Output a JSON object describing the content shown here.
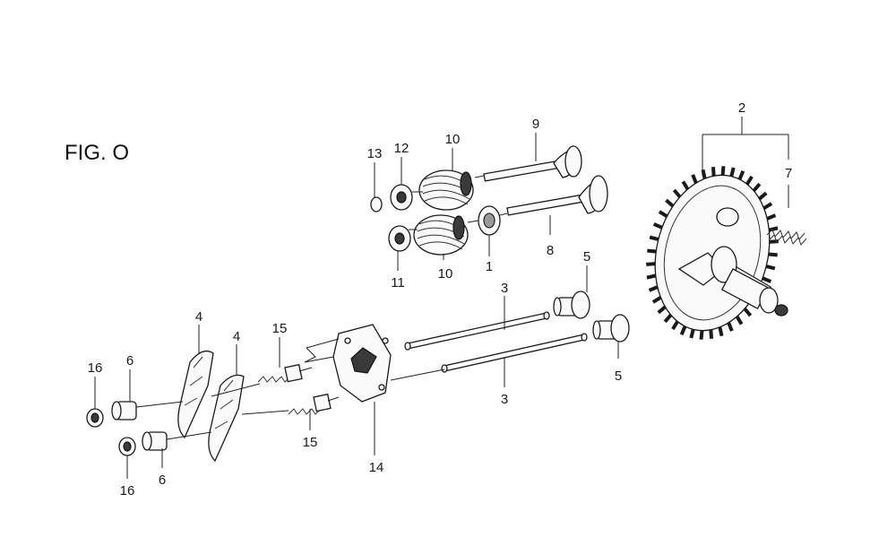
{
  "figure": {
    "title": "FIG. O"
  },
  "callouts": {
    "c1": "1",
    "c2": "2",
    "c3a": "3",
    "c3b": "3",
    "c4a": "4",
    "c4b": "4",
    "c5a": "5",
    "c5b": "5",
    "c6a": "6",
    "c6b": "6",
    "c7": "7",
    "c8": "8",
    "c9": "9",
    "c10a": "10",
    "c10b": "10",
    "c11": "11",
    "c12": "12",
    "c13": "13",
    "c14": "14",
    "c15a": "15",
    "c15b": "15",
    "c16a": "16",
    "c16b": "16"
  },
  "colors": {
    "ink": "#1a1a1a",
    "paper": "#ffffff"
  }
}
